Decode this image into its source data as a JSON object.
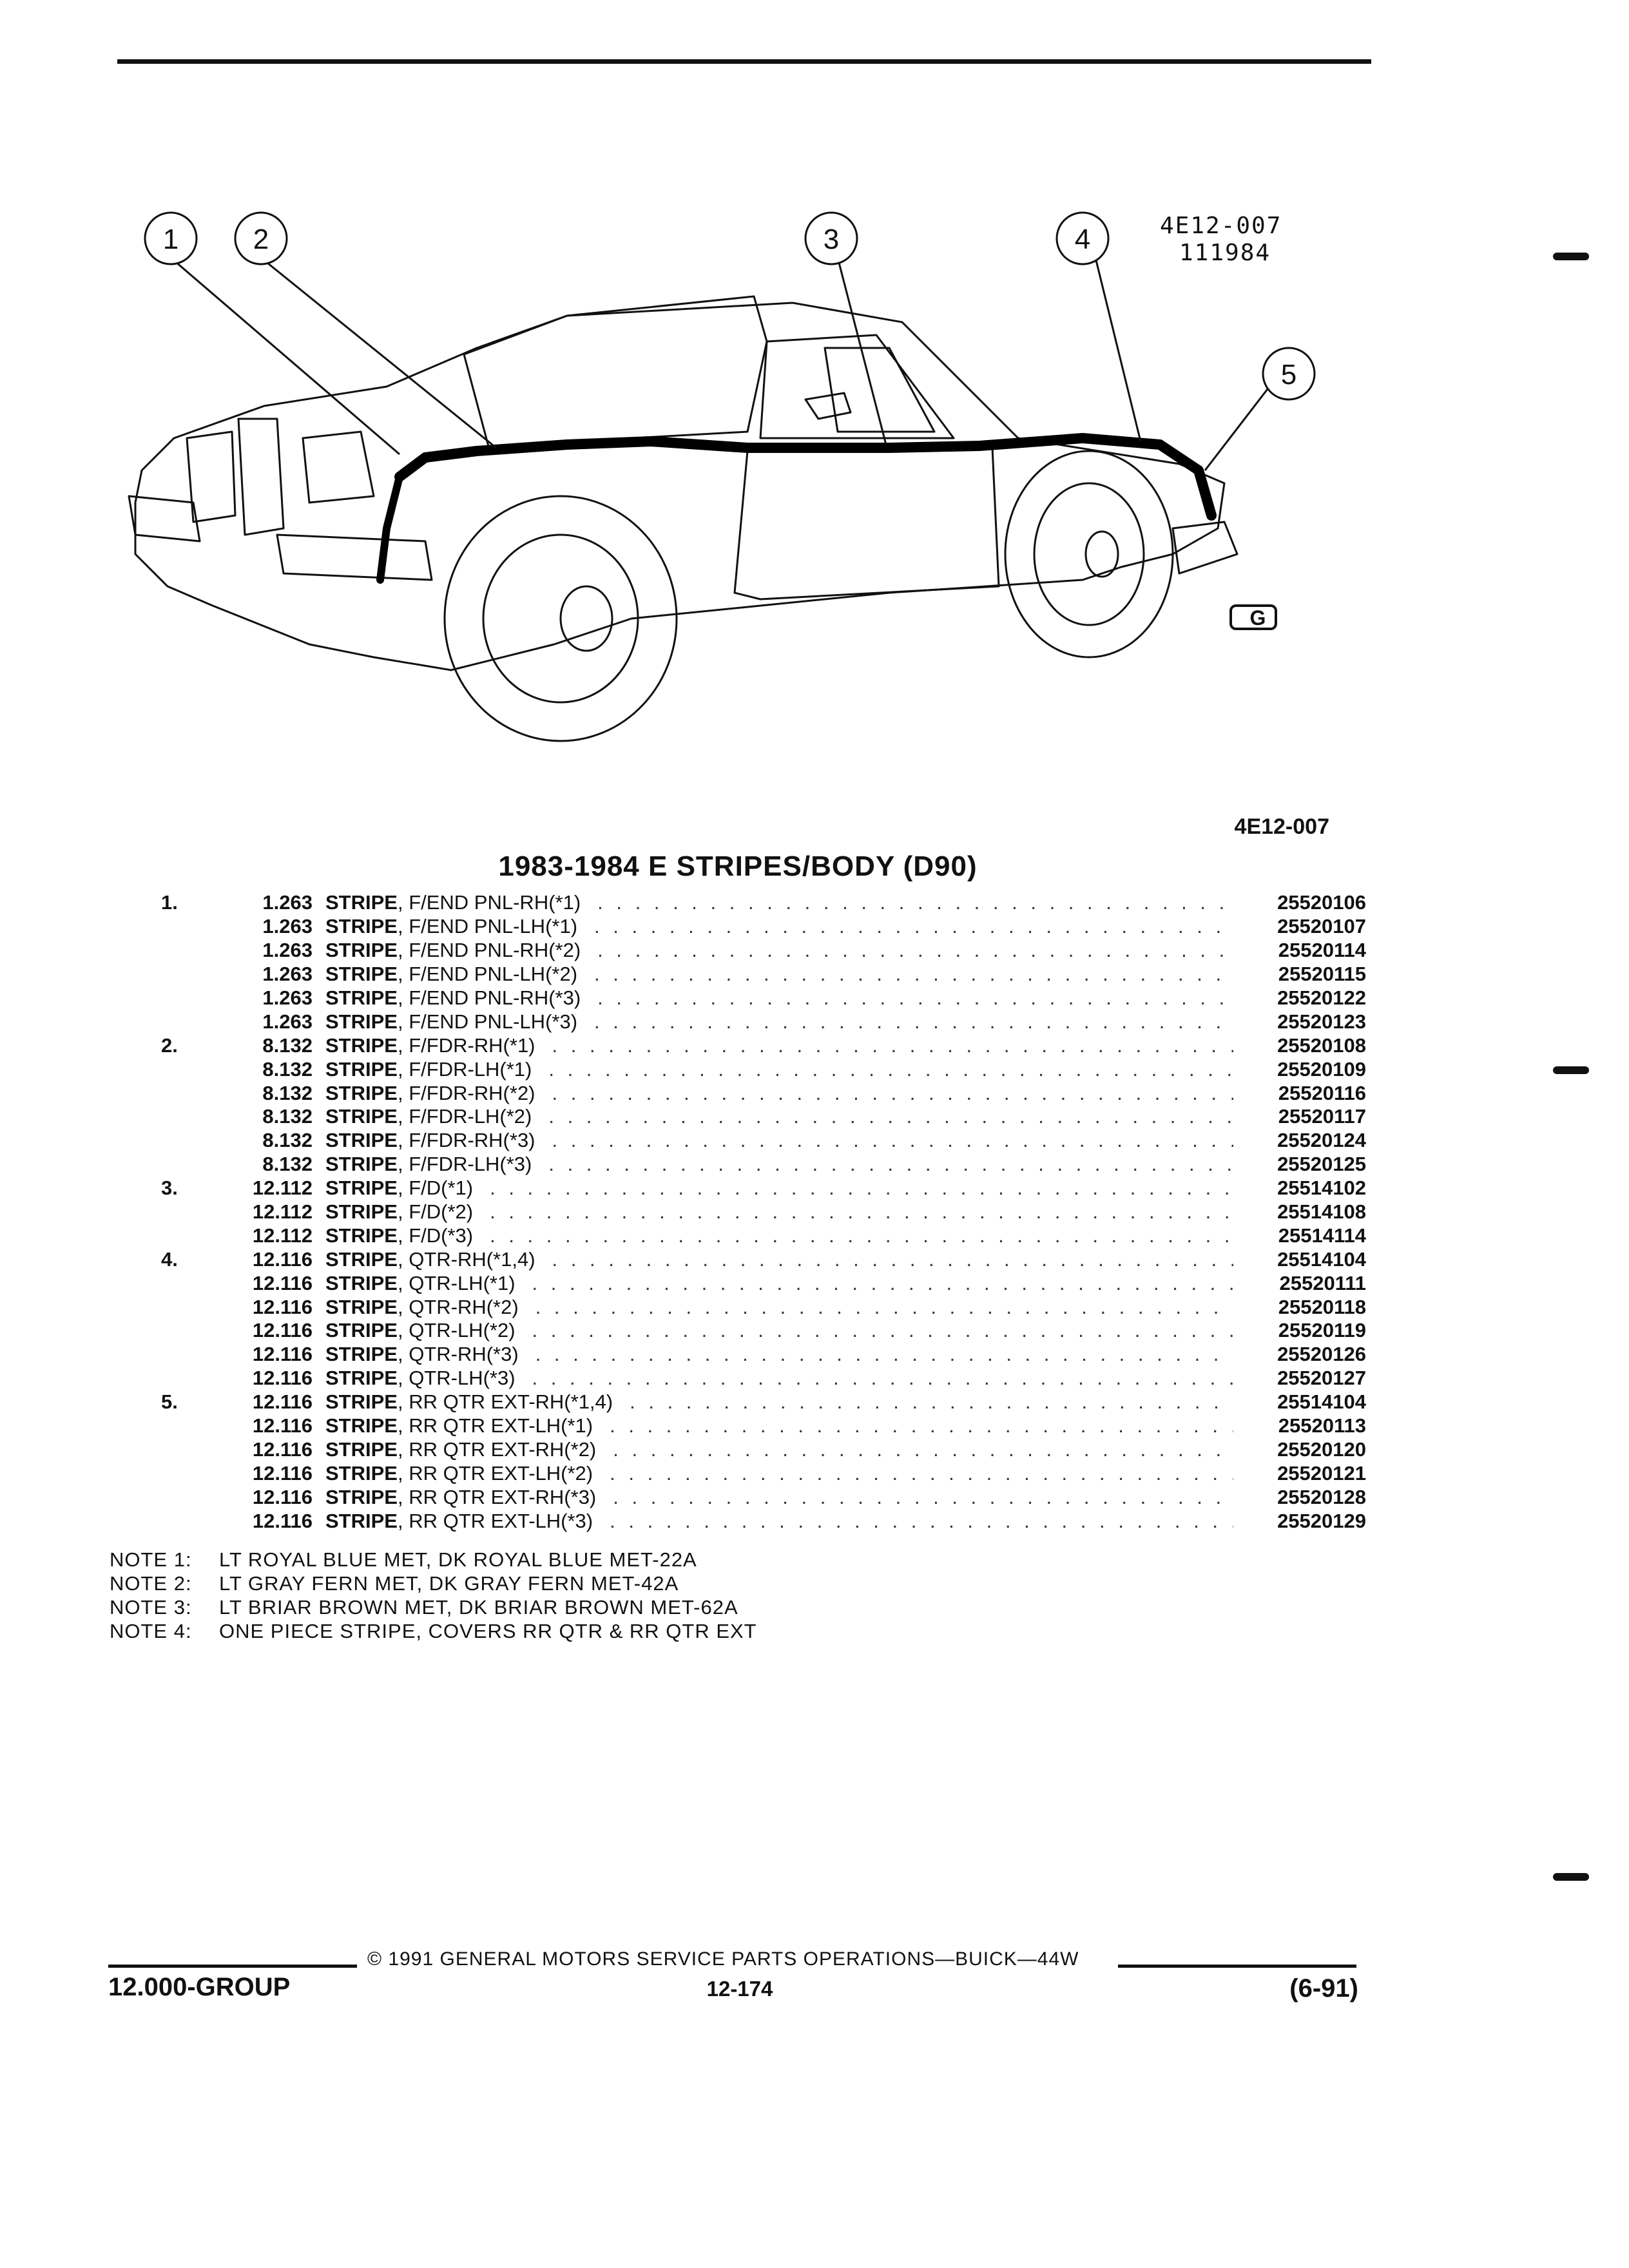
{
  "figure": {
    "code": "4E12-007",
    "date_code": "111984",
    "callouts": [
      "1",
      "2",
      "3",
      "4",
      "5"
    ],
    "logo_text": "G",
    "reference": "4E12-007"
  },
  "section_title": "1983-1984 E STRIPES/BODY (D90)",
  "parts": [
    {
      "index": "1.",
      "position": "1.263",
      "name": "STRIPE",
      "description": ", F/END PNL-RH(*1)",
      "part_number": "25520106"
    },
    {
      "index": "",
      "position": "1.263",
      "name": "STRIPE",
      "description": ", F/END PNL-LH(*1)",
      "part_number": "25520107"
    },
    {
      "index": "",
      "position": "1.263",
      "name": "STRIPE",
      "description": ", F/END PNL-RH(*2)",
      "part_number": "25520114"
    },
    {
      "index": "",
      "position": "1.263",
      "name": "STRIPE",
      "description": ", F/END PNL-LH(*2)",
      "part_number": "25520115"
    },
    {
      "index": "",
      "position": "1.263",
      "name": "STRIPE",
      "description": ", F/END PNL-RH(*3)",
      "part_number": "25520122"
    },
    {
      "index": "",
      "position": "1.263",
      "name": "STRIPE",
      "description": ", F/END PNL-LH(*3)",
      "part_number": "25520123"
    },
    {
      "index": "2.",
      "position": "8.132",
      "name": "STRIPE",
      "description": ", F/FDR-RH(*1)",
      "part_number": "25520108"
    },
    {
      "index": "",
      "position": "8.132",
      "name": "STRIPE",
      "description": ", F/FDR-LH(*1)",
      "part_number": "25520109"
    },
    {
      "index": "",
      "position": "8.132",
      "name": "STRIPE",
      "description": ", F/FDR-RH(*2)",
      "part_number": "25520116"
    },
    {
      "index": "",
      "position": "8.132",
      "name": "STRIPE",
      "description": ", F/FDR-LH(*2)",
      "part_number": "25520117"
    },
    {
      "index": "",
      "position": "8.132",
      "name": "STRIPE",
      "description": ", F/FDR-RH(*3)",
      "part_number": "25520124"
    },
    {
      "index": "",
      "position": "8.132",
      "name": "STRIPE",
      "description": ", F/FDR-LH(*3)",
      "part_number": "25520125"
    },
    {
      "index": "3.",
      "position": "12.112",
      "name": "STRIPE",
      "description": ", F/D(*1)",
      "part_number": "25514102"
    },
    {
      "index": "",
      "position": "12.112",
      "name": "STRIPE",
      "description": ", F/D(*2)",
      "part_number": "25514108"
    },
    {
      "index": "",
      "position": "12.112",
      "name": "STRIPE",
      "description": ", F/D(*3)",
      "part_number": "25514114"
    },
    {
      "index": "4.",
      "position": "12.116",
      "name": "STRIPE",
      "description": ", QTR-RH(*1,4)",
      "part_number": "25514104"
    },
    {
      "index": "",
      "position": "12.116",
      "name": "STRIPE",
      "description": ", QTR-LH(*1)",
      "part_number": "25520111"
    },
    {
      "index": "",
      "position": "12.116",
      "name": "STRIPE",
      "description": ", QTR-RH(*2)",
      "part_number": "25520118"
    },
    {
      "index": "",
      "position": "12.116",
      "name": "STRIPE",
      "description": ", QTR-LH(*2)",
      "part_number": "25520119"
    },
    {
      "index": "",
      "position": "12.116",
      "name": "STRIPE",
      "description": ", QTR-RH(*3)",
      "part_number": "25520126"
    },
    {
      "index": "",
      "position": "12.116",
      "name": "STRIPE",
      "description": ", QTR-LH(*3)",
      "part_number": "25520127"
    },
    {
      "index": "5.",
      "position": "12.116",
      "name": "STRIPE",
      "description": ", RR QTR EXT-RH(*1,4)",
      "part_number": "25514104"
    },
    {
      "index": "",
      "position": "12.116",
      "name": "STRIPE",
      "description": ", RR QTR EXT-LH(*1)",
      "part_number": "25520113"
    },
    {
      "index": "",
      "position": "12.116",
      "name": "STRIPE",
      "description": ", RR QTR EXT-RH(*2)",
      "part_number": "25520120"
    },
    {
      "index": "",
      "position": "12.116",
      "name": "STRIPE",
      "description": ", RR QTR EXT-LH(*2)",
      "part_number": "25520121"
    },
    {
      "index": "",
      "position": "12.116",
      "name": "STRIPE",
      "description": ", RR QTR EXT-RH(*3)",
      "part_number": "25520128"
    },
    {
      "index": "",
      "position": "12.116",
      "name": "STRIPE",
      "description": ", RR QTR EXT-LH(*3)",
      "part_number": "25520129"
    }
  ],
  "notes": [
    {
      "label": "NOTE  1:",
      "text": "LT ROYAL BLUE MET, DK ROYAL BLUE MET-22A"
    },
    {
      "label": "NOTE  2:",
      "text": "LT GRAY FERN MET, DK GRAY FERN MET-42A"
    },
    {
      "label": "NOTE  3:",
      "text": "LT BRIAR BROWN MET, DK BRIAR BROWN MET-62A"
    },
    {
      "label": "NOTE  4:",
      "text": "ONE PIECE STRIPE, COVERS RR QTR & RR QTR EXT"
    }
  ],
  "footer": {
    "copyright": "© 1991 GENERAL MOTORS SERVICE PARTS OPERATIONS—BUICK—44W",
    "group": "12.000-GROUP",
    "page": "12-174",
    "date": "(6-91)"
  }
}
